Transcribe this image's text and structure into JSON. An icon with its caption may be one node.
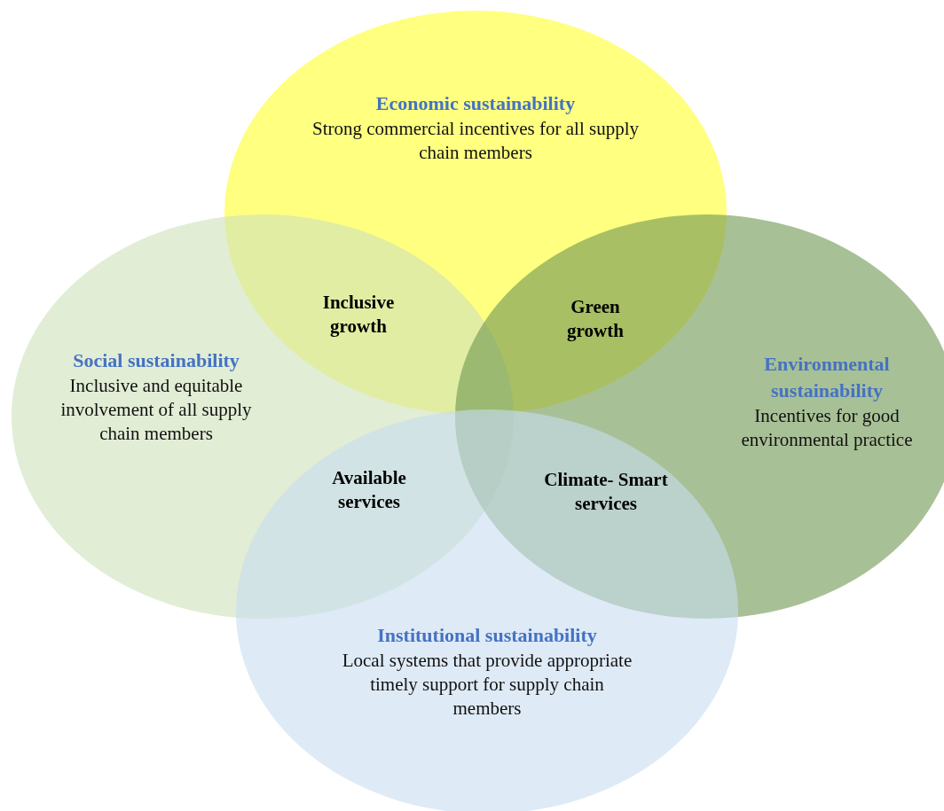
{
  "diagram": {
    "nodes": [
      {
        "text": [
          "Economic sustainability",
          "Strong commercial incentives for all supply chain members"
        ]
      },
      {
        "text": [
          "Social sustainability",
          "Inclusive and equitable involvement of all supply chain members"
        ]
      },
      {
        "text": [
          "Environmental sustainability",
          "Incentives for good environmental practice"
        ]
      },
      {
        "text": [
          "Institutional sustainability",
          "Local systems that provide appropriate timely support for supply chain members"
        ]
      }
    ],
    "labels": [
      "Inclusive growth",
      "Green growth",
      "Available services",
      "Climate- Smart services"
    ]
  }
}
